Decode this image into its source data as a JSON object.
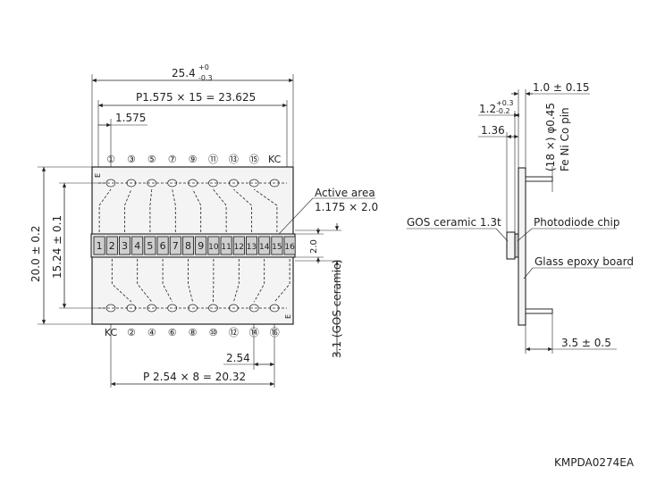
{
  "front_view": {
    "overall_width": "25.4",
    "overall_width_tol_upper": "+0",
    "overall_width_tol_lower": "-0.3",
    "pitch_formula": "P1.575 × 15 = 23.625",
    "pitch_single": "1.575",
    "overall_height": "20.0 ± 0.2",
    "pin_row_spacing": "15.24 ± 0.1",
    "active_area_label": "Active area",
    "active_area_size": "1.175 × 2.0",
    "element_height": "2.0",
    "gos_dimension": "3.1 (GOS ceramic)",
    "top_pins": [
      "①",
      "③",
      "⑤",
      "⑦",
      "⑨",
      "⑪",
      "⑬",
      "⑮",
      "KC"
    ],
    "bottom_pins": [
      "KC",
      "②",
      "④",
      "⑥",
      "⑧",
      "⑩",
      "⑫",
      "⑭",
      "⑯"
    ],
    "elements": [
      "1",
      "2",
      "3",
      "4",
      "5",
      "6",
      "7",
      "8",
      "9",
      "10",
      "11",
      "12",
      "13",
      "14",
      "15",
      "16"
    ],
    "bottom_pitch": "2.54",
    "bottom_pitch_formula": "P 2.54 × 8 = 20.32",
    "corner_mark": "E"
  },
  "side_view": {
    "pin_thickness": "1.0 ± 0.15",
    "ceramic_offset": "1.2",
    "ceramic_offset_tol_upper": "+0.3",
    "ceramic_offset_tol_lower": "-0.2",
    "chip_offset": "1.36",
    "pin_spec_count": "(18 ×) φ0.45",
    "pin_material": "Fe Ni Co pin",
    "gos_label": "GOS ceramic 1.3t",
    "photodiode_label": "Photodiode chip",
    "board_label": "Glass epoxy board",
    "pin_length": "3.5 ± 0.5"
  },
  "drawing_id": "KMPDA0274EA"
}
